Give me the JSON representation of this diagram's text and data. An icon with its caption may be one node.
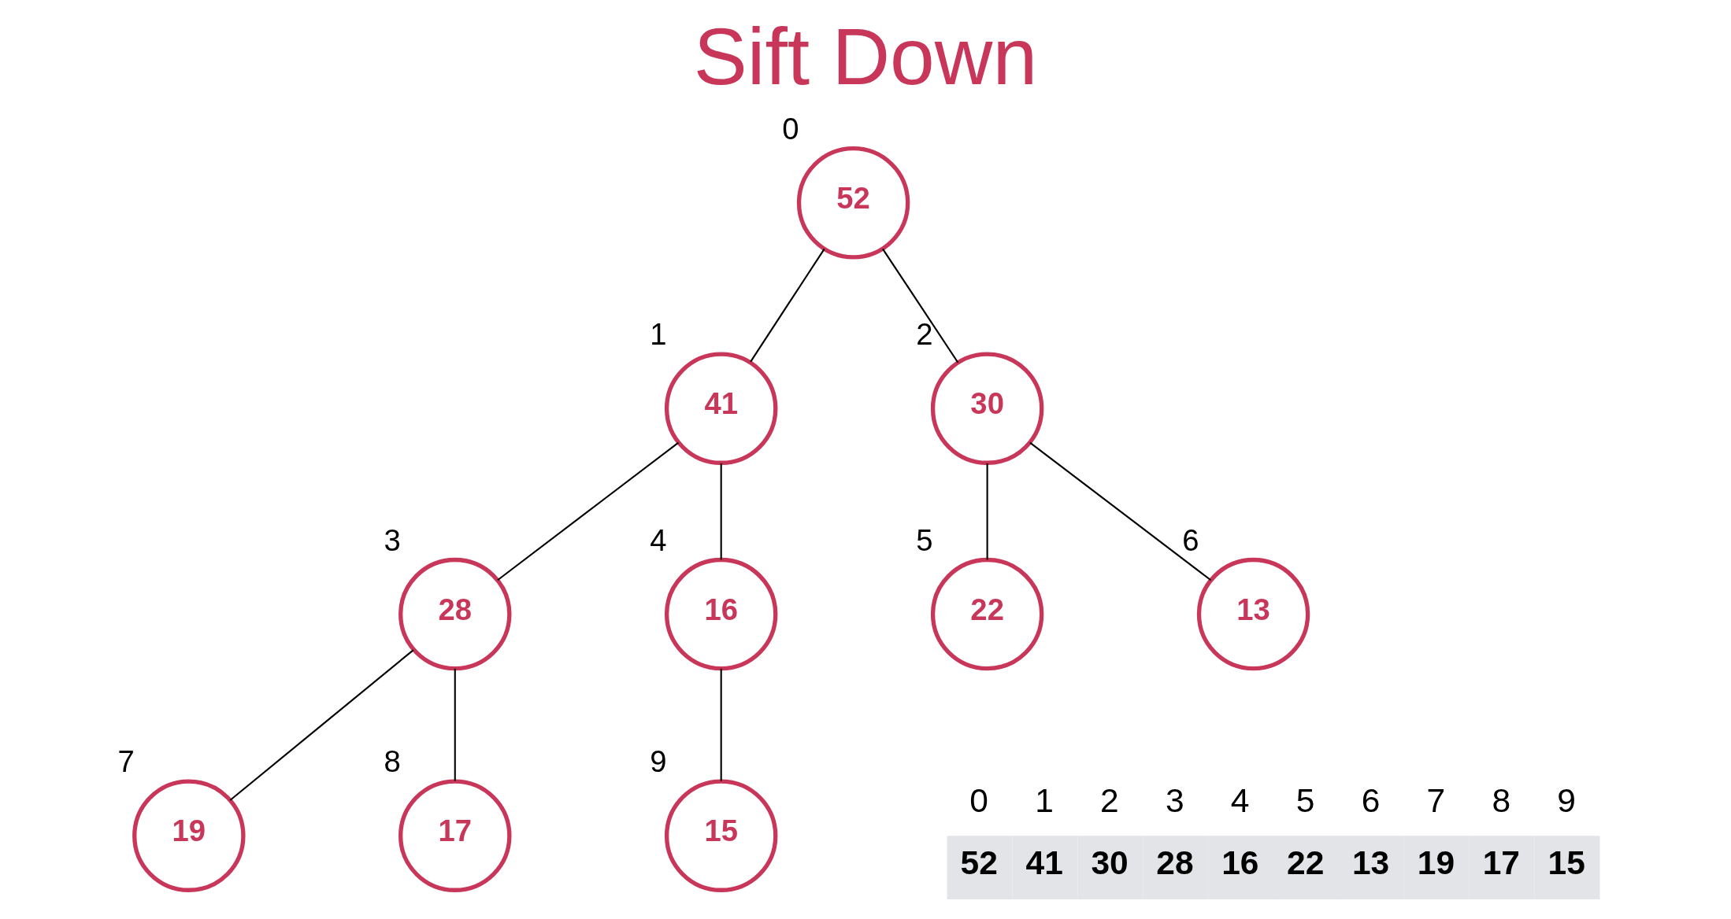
{
  "diagram": {
    "title": "Sift Down",
    "nodes": [
      {
        "text": [
          "52"
        ],
        "beside": [
          "0"
        ]
      },
      {
        "text": [
          "41"
        ],
        "beside": [
          "1"
        ]
      },
      {
        "text": [
          "30"
        ],
        "beside": [
          "2"
        ]
      },
      {
        "text": [
          "28"
        ],
        "beside": [
          "3"
        ]
      },
      {
        "text": [
          "16"
        ],
        "beside": [
          "4"
        ]
      },
      {
        "text": [
          "22"
        ],
        "beside": [
          "5"
        ]
      },
      {
        "text": [
          "13"
        ],
        "beside": [
          "6"
        ]
      },
      {
        "text": [
          "19"
        ],
        "beside": [
          "7"
        ]
      },
      {
        "text": [
          "17"
        ],
        "beside": [
          "8"
        ]
      },
      {
        "text": [
          "15"
        ],
        "beside": [
          "9"
        ]
      }
    ],
    "edges": [
      {
        "from": 0,
        "to": 1,
        "arrow": "none"
      },
      {
        "from": 0,
        "to": 2,
        "arrow": "none"
      },
      {
        "from": 1,
        "to": 3,
        "arrow": "none"
      },
      {
        "from": 1,
        "to": 4,
        "arrow": "none"
      },
      {
        "from": 2,
        "to": 5,
        "arrow": "none"
      },
      {
        "from": 2,
        "to": 6,
        "arrow": "none"
      },
      {
        "from": 3,
        "to": 7,
        "arrow": "none"
      },
      {
        "from": 3,
        "to": 8,
        "arrow": "none"
      },
      {
        "from": 4,
        "to": 9,
        "arrow": "none"
      }
    ],
    "labels": [
      "0",
      "1",
      "2",
      "3",
      "4",
      "5",
      "6",
      "7",
      "8",
      "9",
      "52",
      "41",
      "30",
      "28",
      "16",
      "22",
      "13",
      "19",
      "17",
      "15"
    ]
  }
}
